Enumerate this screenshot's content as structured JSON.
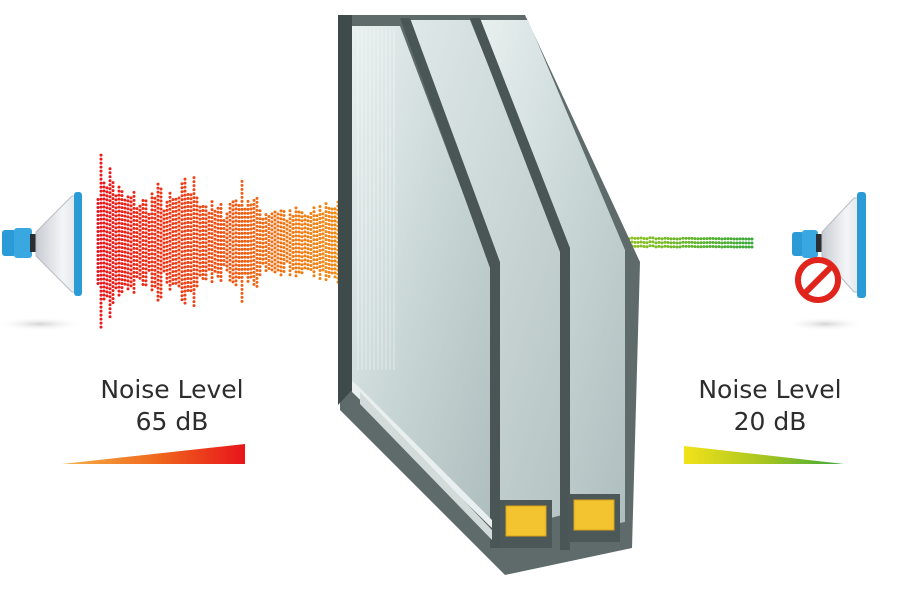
{
  "left": {
    "title": "Noise Level",
    "value": "65 dB"
  },
  "right": {
    "title": "Noise Level",
    "value": "20 dB"
  },
  "colors": {
    "wave_loud": "#e8151b",
    "wave_mid": "#f07a12",
    "wave_soft": "#f2b21a",
    "wave_quiet": "#9ec51e",
    "wave_silent": "#3aa83a",
    "frame": "#5f6b6b",
    "glass": "#cfdcdc",
    "desiccant": "#f4c430",
    "speaker_blue": "#2a9bd6",
    "block_red": "#e0241b"
  },
  "icons": [
    "loud-speaker-icon",
    "muted-speaker-icon",
    "no-sound-icon"
  ]
}
